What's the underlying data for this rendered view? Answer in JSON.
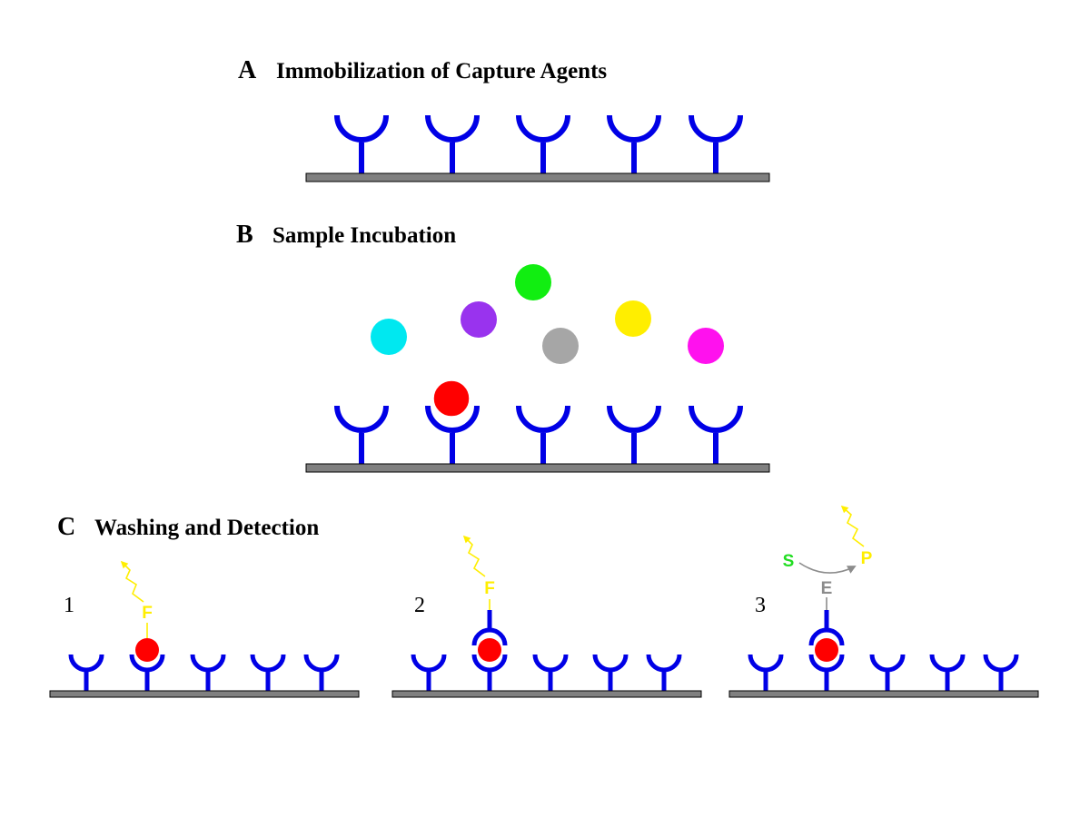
{
  "panel_a": {
    "letter": "A",
    "title": "Immobilization of Capture Agents"
  },
  "panel_b": {
    "letter": "B",
    "title": "Sample Incubation"
  },
  "panel_c": {
    "letter": "C",
    "title": "Washing and Detection",
    "variants": [
      {
        "number": "1",
        "label": "F"
      },
      {
        "number": "2",
        "label": "F"
      },
      {
        "number": "3",
        "enzyme": "E",
        "substrate": "S",
        "product": "P"
      }
    ]
  },
  "colors": {
    "antibody": "#0000e6",
    "surface": "#808080",
    "target": "#ff0000",
    "fluorophore": "#ffee00",
    "substrate": "#22dd22",
    "enzyme": "#8c8c8c",
    "analytes": [
      "#00e8f0",
      "#9933ee",
      "#11ee11",
      "#a6a6a6",
      "#ffee00",
      "#ff11ee"
    ]
  }
}
